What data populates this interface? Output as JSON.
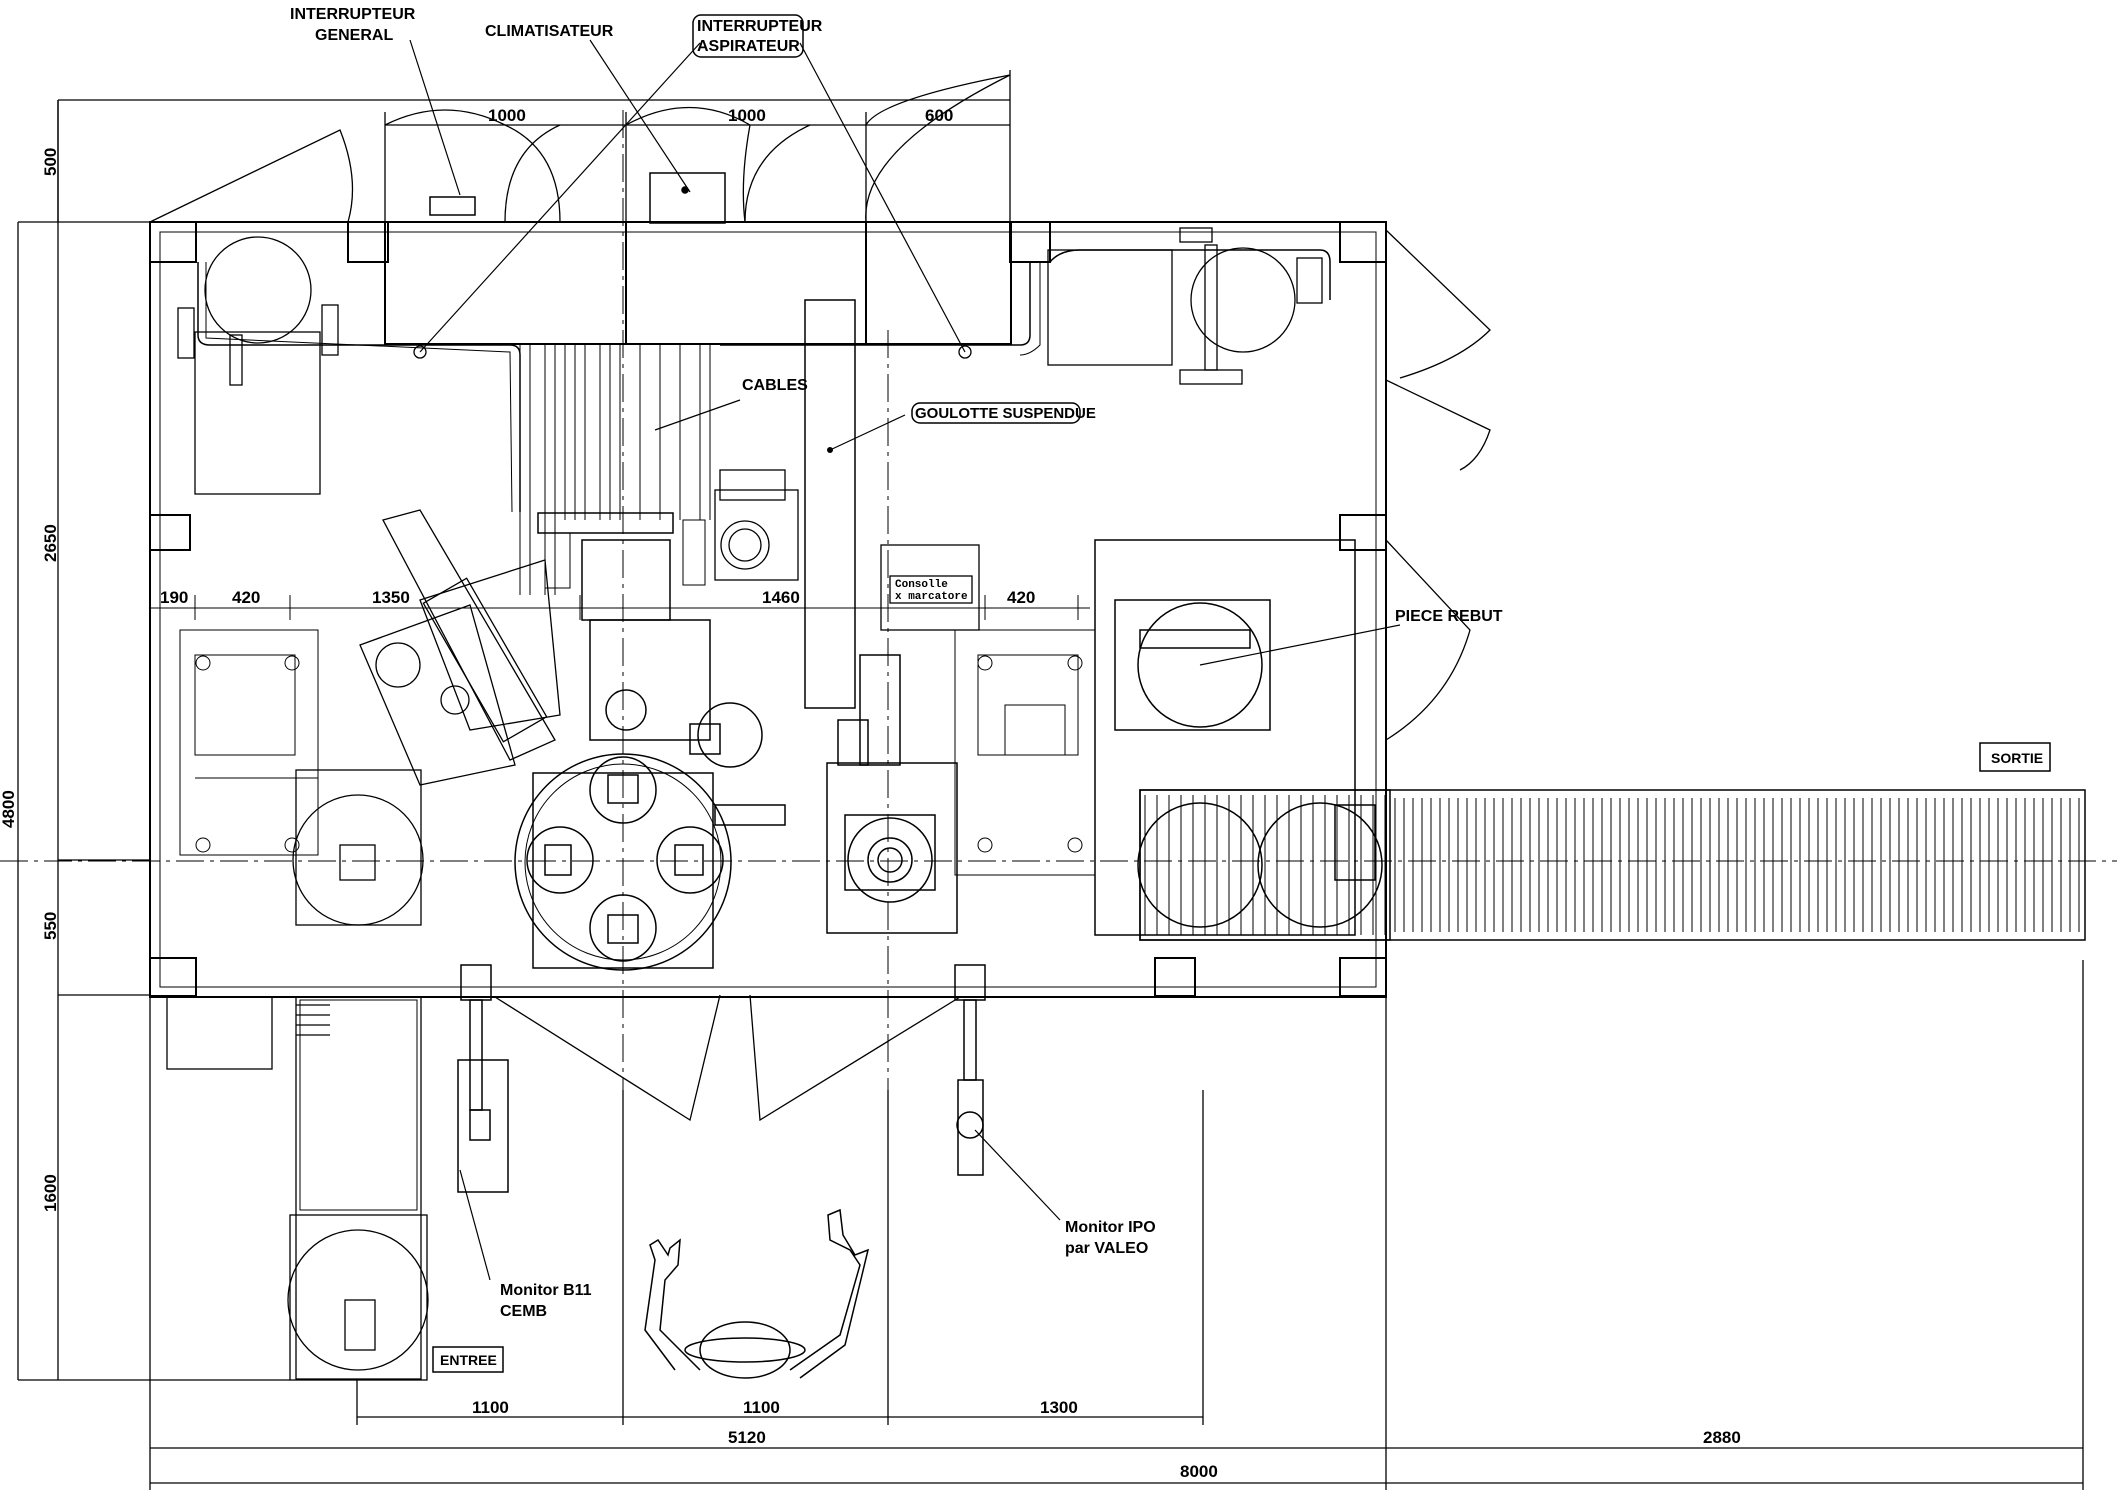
{
  "labels": {
    "interrupteur_general_1": "INTERRUPTEUR",
    "interrupteur_general_2": "GENERAL",
    "climatisateur": "CLIMATISATEUR",
    "interrupteur_aspirateur_1": "INTERRUPTEUR",
    "interrupteur_aspirateur_2": "ASPIRATEUR",
    "cables": "CABLES",
    "goulotte": "GOULOTTE SUSPENDUE",
    "consolle_1": "Consolle",
    "consolle_2": "x marcatore",
    "piece_rebut": "PIECE REBUT",
    "sortie": "SORTIE",
    "entree": "ENTREE",
    "monitor_b11_1": "Monitor B11",
    "monitor_b11_2": "CEMB",
    "monitor_ipo_1": "Monitor IPO",
    "monitor_ipo_2": "par  VALEO"
  },
  "dimensions": {
    "top_1000_a": "1000",
    "top_1000_b": "1000",
    "top_600": "600",
    "left_500": "500",
    "left_2650": "2650",
    "left_4800": "4800",
    "left_550": "550",
    "left_1600": "1600",
    "inner_190": "190",
    "inner_420_a": "420",
    "inner_1350": "1350",
    "inner_1460": "1460",
    "inner_420_b": "420",
    "bottom_1100_a": "1100",
    "bottom_1100_b": "1100",
    "bottom_1300": "1300",
    "bottom_5120": "5120",
    "bottom_2880": "2880",
    "bottom_8000": "8000"
  },
  "colors": {
    "line": "#000000",
    "background": "#ffffff"
  }
}
